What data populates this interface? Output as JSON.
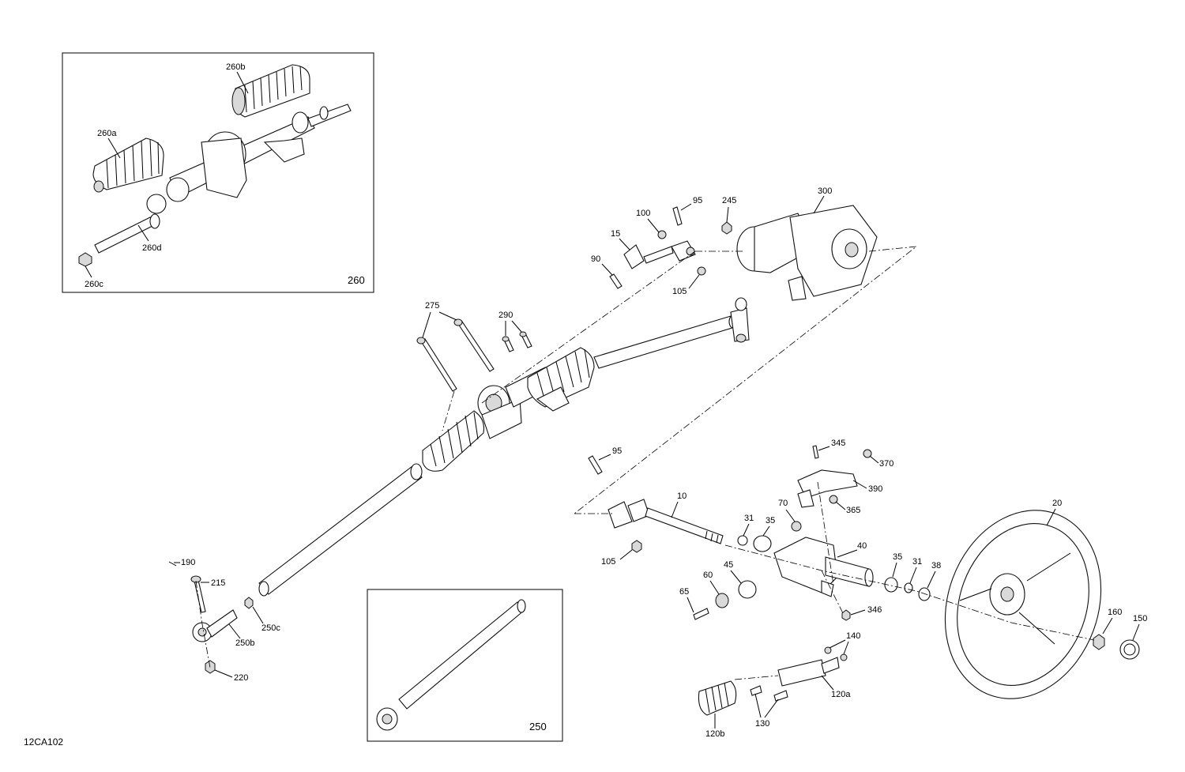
{
  "figure": {
    "reference": "12CA102"
  },
  "insets": [
    {
      "id": "inset-260",
      "label": "260"
    },
    {
      "id": "inset-250",
      "label": "250"
    }
  ],
  "callouts": {
    "c260a": "260a",
    "c260b": "260b",
    "c260c": "260c",
    "c260d": "260d",
    "c300": "300",
    "c245": "245",
    "c95a": "95",
    "c100": "100",
    "c15": "15",
    "c90": "90",
    "c105a": "105",
    "c275": "275",
    "c290": "290",
    "c95b": "95",
    "c345": "345",
    "c370": "370",
    "c390": "390",
    "c10": "10",
    "c70": "70",
    "c365": "365",
    "c31a": "31",
    "c35a": "35",
    "c40": "40",
    "c105b": "105",
    "c60": "60",
    "c45": "45",
    "c65": "65",
    "c346": "346",
    "c35b": "35",
    "c31b": "31",
    "c38": "38",
    "c20": "20",
    "c160": "160",
    "c150": "150",
    "c140": "140",
    "c120a": "120a",
    "c130": "130",
    "c120b": "120b",
    "c190": "190",
    "c215": "215",
    "c250b": "250b",
    "c250c": "250c",
    "c220": "220"
  }
}
